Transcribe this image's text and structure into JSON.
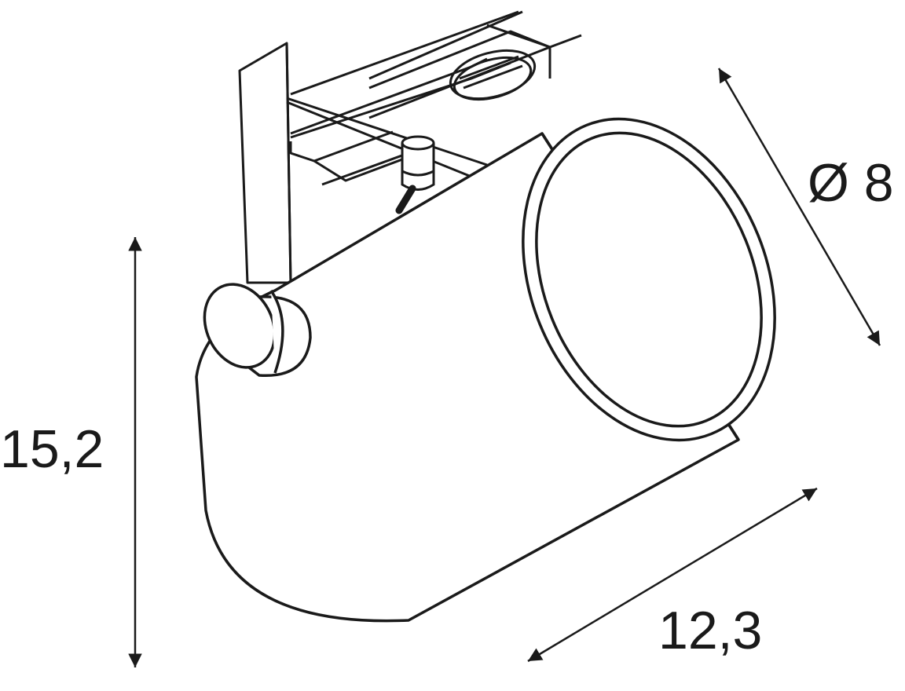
{
  "dimensions": {
    "height": {
      "label": "15,2"
    },
    "length": {
      "label": "12,3"
    },
    "diameter": {
      "label": "Ø 8"
    }
  }
}
